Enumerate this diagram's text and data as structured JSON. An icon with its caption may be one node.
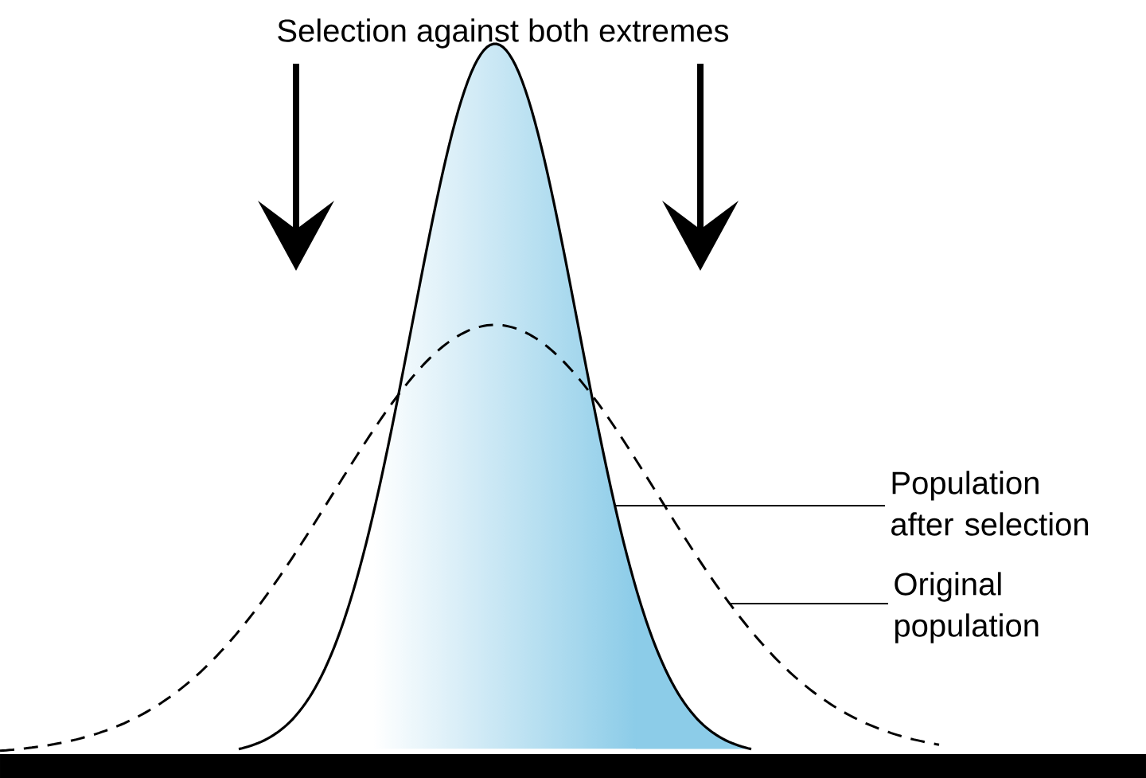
{
  "diagram": {
    "title": "Selection against both extremes",
    "nodes": [
      {
        "text": [
          "Population after selection"
        ]
      },
      {
        "text": [
          "Original population"
        ]
      },
      {
        "text": [],
        "shape": "curve"
      },
      {
        "text": [],
        "shape": "curve"
      }
    ],
    "edges": [
      {
        "from": 0,
        "to": 2,
        "arrow": "none"
      },
      {
        "from": 1,
        "to": 3,
        "arrow": "none"
      }
    ]
  }
}
